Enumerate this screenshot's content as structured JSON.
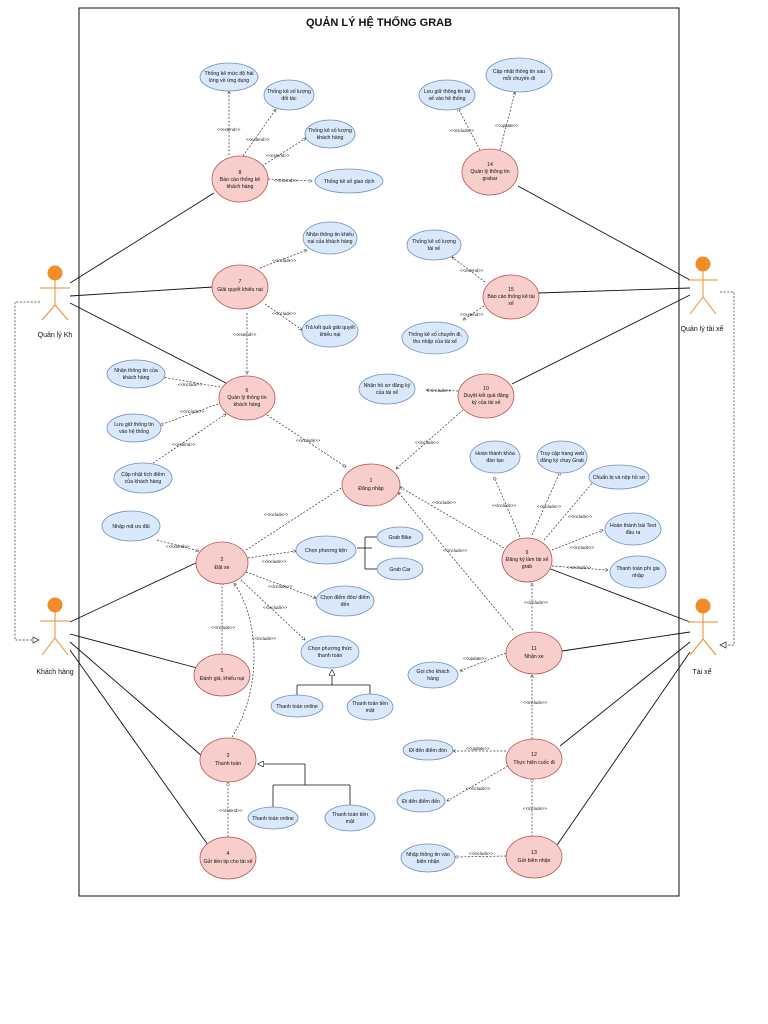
{
  "title": "QUẢN LÝ HỆ THỐNG GRAB",
  "actors": {
    "admin": "Quản lý Kh",
    "admin_partner": "Quản lý tài xế",
    "customer": "Khách hàng",
    "driver": "Tài xế"
  },
  "uc": {
    "u1": [
      "1",
      "Đăng nhập"
    ],
    "u2": [
      "2",
      "Đặt xe"
    ],
    "u3": [
      "3",
      "Thanh toán"
    ],
    "u4": [
      "4",
      "Gửi tiền tip cho tài xế"
    ],
    "u5": [
      "5",
      "Đánh giá, khiếu nại"
    ],
    "u6": [
      "6",
      "Quản lý thông tin",
      "khách hàng"
    ],
    "u7": [
      "7",
      "Giải quyết khiếu nại"
    ],
    "u8": [
      "8",
      "Báo cáo thống kê",
      "khách hàng"
    ],
    "u9": [
      "9",
      "Đăng ký làm tài xế",
      "grab"
    ],
    "u10": [
      "10",
      "Duyệt kết quả đăng",
      "ký của tài xế"
    ],
    "u11": [
      "11",
      "Nhận xe"
    ],
    "u12": [
      "12",
      "Thực hiện cuốc đi"
    ],
    "u13": [
      "13",
      "Gửi biên nhận"
    ],
    "u14": [
      "14",
      "Quản lý thông tin",
      "grabar"
    ],
    "u15": [
      "15",
      "Báo cáo thống kê tài",
      "xế"
    ]
  },
  "sub": {
    "s8a": [
      "Thống kê mức độ hài",
      "lòng về ứng dụng"
    ],
    "s8b": [
      "Thống kê số lượng",
      "đối tác"
    ],
    "s8c": [
      "Thống kê số lượng",
      "khách hàng"
    ],
    "s8d": [
      "Thống kê số giao dịch"
    ],
    "s7a": [
      "Nhận thông tin khiếu",
      "nại của khách hàng"
    ],
    "s7b": [
      "Trả kết quả giải quyết",
      "khiếu nại"
    ],
    "s6a": [
      "Nhận thông tin của",
      "khách hàng"
    ],
    "s6b": [
      "Lưu giữ thông tin",
      "vào hệ thống"
    ],
    "s6c": [
      "Cập nhật tích điểm",
      "của khách hàng"
    ],
    "s2a": [
      "Nhập mã ưu đãi"
    ],
    "s2b": [
      "Chọn phương tiện"
    ],
    "s2c": [
      "Chọn điểm đón/ điểm",
      "đến"
    ],
    "s2d": [
      "Chọn phương thức",
      "thanh toán"
    ],
    "s2e": [
      "Thanh toán online"
    ],
    "s2f": [
      "Thanh toán tiền",
      "mặt"
    ],
    "sbike": [
      "Grab Bike"
    ],
    "scar": [
      "Grab Car"
    ],
    "s3a": [
      "Thanh toán online"
    ],
    "s3b": [
      "Thanh toán tiền",
      "mặt"
    ],
    "s14a": [
      "Lưu giữ thông tin tài",
      "xế vào hệ thống"
    ],
    "s14b": [
      "Cập nhật thông tin sau",
      "mỗi chuyến đi"
    ],
    "s15a": [
      "Thống kê số lượng",
      "tài xế"
    ],
    "s15b": [
      "Thống kê số chuyến đi,",
      "thu nhập của tài xế"
    ],
    "s10a": [
      "Nhận hồ sơ đăng ký",
      "của tài xế"
    ],
    "s9a": [
      "Hoàn thành khóa",
      "đào tạo"
    ],
    "s9b": [
      "Truy cập trang web",
      "đăng ký chạy Grab"
    ],
    "s9c": [
      "Chuẩn bị và nộp hồ sơ"
    ],
    "s9d": [
      "Hoàn thành bài Test",
      "đầu ra"
    ],
    "s9e": [
      "Thanh toán phí gia",
      "nhập"
    ],
    "s11a": [
      "Gọi cho khách",
      "hàng"
    ],
    "s12a": [
      "Đi đến điểm đón"
    ],
    "s12b": [
      "Đi đến điểm đến"
    ],
    "s13a": [
      "Nhập thông tin vào",
      "biên nhận"
    ]
  },
  "rel": {
    "extend": "<<extend>>",
    "include": "<<include>>",
    "update": "<<update>>"
  },
  "colors": {
    "main_fill": "#f8cecc",
    "main_stroke": "#b85450",
    "sub_fill": "#dae8fc",
    "sub_stroke": "#6c8ebf",
    "actor_head": "#f28c28"
  }
}
